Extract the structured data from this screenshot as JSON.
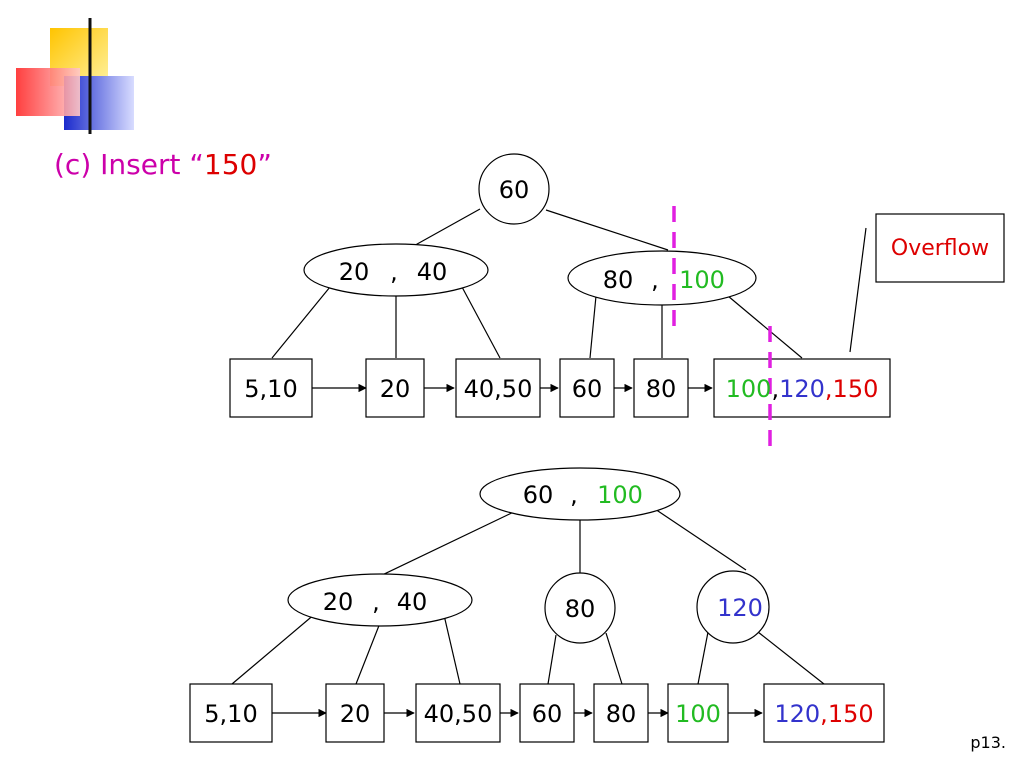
{
  "title": {
    "prefix": "(c) Insert  ",
    "quote_open": "“",
    "value": "150",
    "quote_close": "”"
  },
  "page_number": "p13.",
  "callout": "Overflow",
  "colors": {
    "title": "#cc00aa",
    "green": "#22bb22",
    "blue": "#3333cc",
    "red": "#dd0000",
    "dashed_split": "#e020e0",
    "deco_yellow": "#ffd21a",
    "deco_red": "#ff3333",
    "deco_blue": "#2233cc"
  },
  "before": {
    "root": "60",
    "left_internal": {
      "a": "20",
      "sep": ",",
      "b": "40"
    },
    "right_internal": {
      "a": "80",
      "sep": ",",
      "b": "100"
    },
    "leaves": [
      "5,10",
      "20",
      "40,50",
      "60",
      "80"
    ],
    "overflow_leaf": {
      "a": "100",
      "c1": ",",
      "b": "120",
      "c2": ",",
      "c": "150"
    }
  },
  "after": {
    "root": {
      "a": "60",
      "sep": ",",
      "b": "100"
    },
    "left_internal": {
      "a": "20",
      "sep": ",",
      "b": "40"
    },
    "mid_internal": "80",
    "right_internal": "120",
    "leaves": [
      "5,10",
      "20",
      "40,50",
      "60",
      "80",
      "100"
    ],
    "last_leaf": {
      "a": "120",
      "sep": ",",
      "b": "150"
    }
  }
}
